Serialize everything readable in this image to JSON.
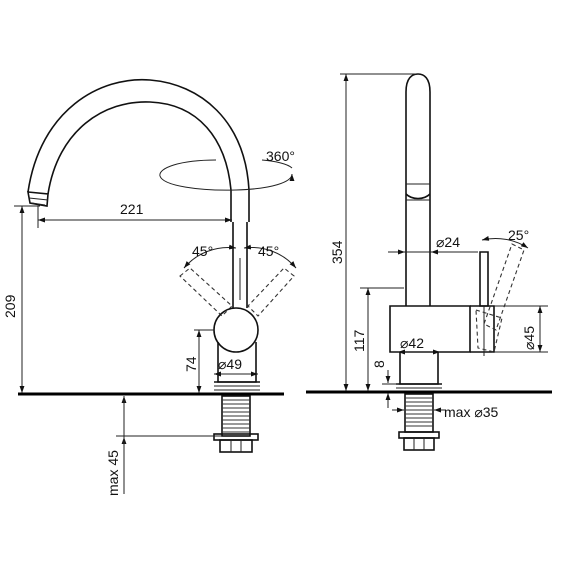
{
  "dimensions": {
    "reach": "221",
    "swivel": "360°",
    "lever_angle_left": "45°",
    "lever_angle_right": "45°",
    "height_under_spout": "209",
    "body_height": "74",
    "body_diameter": "⌀49",
    "max_counter_thickness": "max 45",
    "total_height": "354",
    "spout_diameter": "⌀24",
    "lever_angle_side": "25°",
    "lever_height": "117",
    "base_diameter": "⌀42",
    "base_height": "8",
    "handle_diameter": "⌀45",
    "hole_diameter": "max ⌀35"
  }
}
